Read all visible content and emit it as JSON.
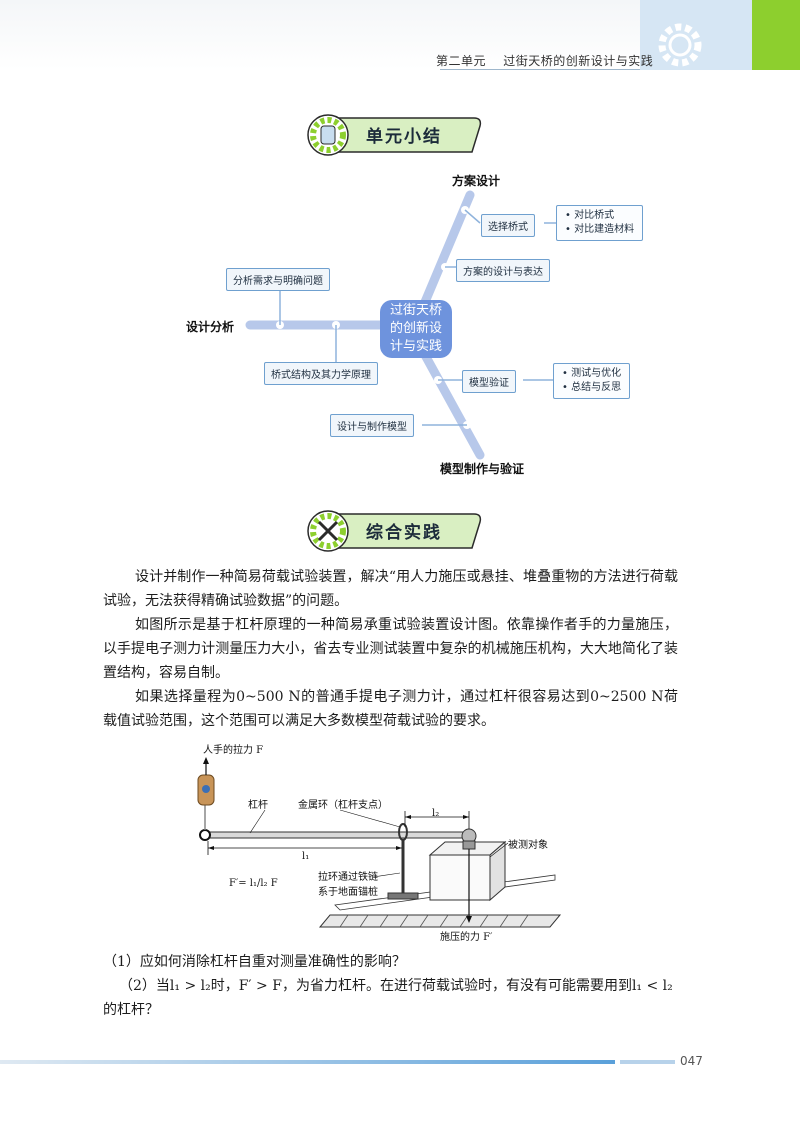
{
  "header": {
    "text": "第二单元    过街天桥的创新设计与实践"
  },
  "summary": {
    "title": "单元小结",
    "center": [
      "过街天桥",
      "的创新设",
      "计与实践"
    ],
    "branches": {
      "plan": "方案设计",
      "analysis": "设计分析",
      "model": "模型制作与验证"
    },
    "nodes": {
      "select_bridge": "选择桥式",
      "plan_design": "方案的设计与表达",
      "analyze_needs": "分析需求与明确问题",
      "bridge_mechanics": "桥式结构及其力学原理",
      "model_verify": "模型验证",
      "design_make_model": "设计与制作模型"
    },
    "notes": {
      "select_bridge": [
        "• 对比桥式",
        "• 对比建造材料"
      ],
      "model_verify": [
        "• 测试与优化",
        "• 总结与反思"
      ]
    }
  },
  "practice": {
    "title": "综合实践",
    "paragraphs": [
      "设计并制作一种简易荷载试验装置，解决“用人力施压或悬挂、堆叠重物的方法进行荷载试验，无法获得精确试验数据”的问题。",
      "如图所示是基于杠杆原理的一种简易承重试验装置设计图。依靠操作者手的力量施压，以手提电子测力计测量压力大小，省去专业测试装置中复杂的机械施压机构，大大地简化了装置结构，容易自制。",
      "如果选择量程为0~500 N的普通手提电子测力计，通过杠杆很容易达到0~2500 N荷载值试验范围，这个范围可以满足大多数模型荷载试验的要求。"
    ],
    "diagram": {
      "hand_force": "人手的拉力 F",
      "lever": "杠杆",
      "metal_ring": "金属环（杠杆支点）",
      "l2": "l₂",
      "l1": "l₁",
      "object": "被测对象",
      "formula": "F′= l₁/l₂ F",
      "chain": [
        "拉环通过铁链",
        "系于地面锚桩"
      ],
      "applied_force": "施压的力 F′"
    },
    "questions": [
      "（1）应如何消除杠杆自重对测量准确性的影响？",
      "（2）当l₁ > l₂时，F′ > F，为省力杠杆。在进行荷载试验时，有没有可能需要用到l₁ < l₂的杠杆？"
    ]
  },
  "footer": {
    "page": "047"
  }
}
